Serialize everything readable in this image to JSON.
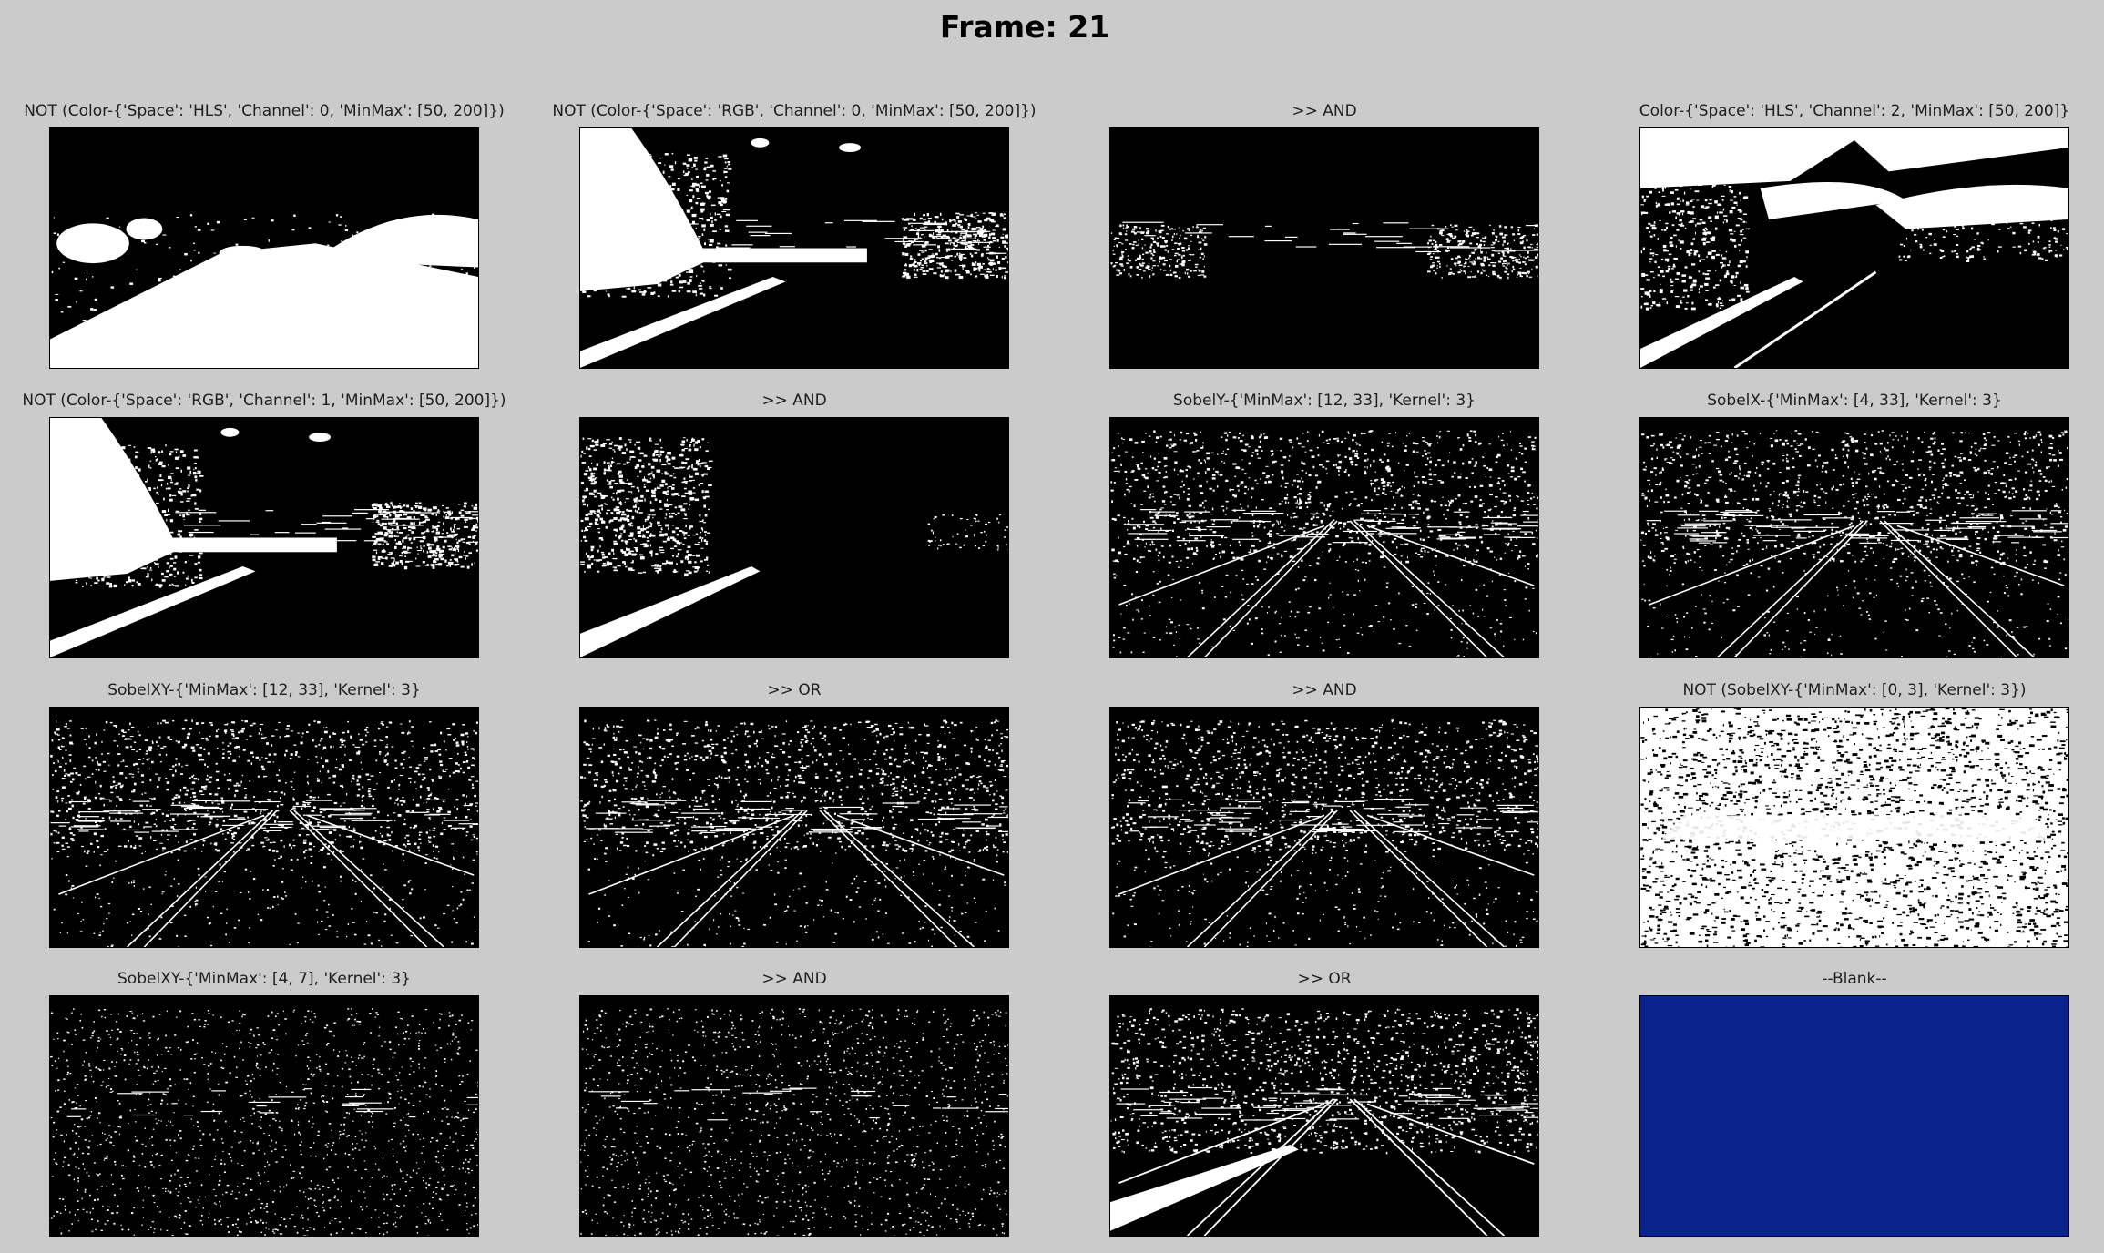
{
  "figure": {
    "title": "Frame: 21"
  },
  "colors": {
    "background": "#cbcbcb",
    "mask_on": "#ffffff",
    "mask_off": "#000000",
    "blank_fill": "#0a238c"
  },
  "panels": [
    {
      "title": "NOT (Color-{'Space': 'HLS', 'Channel': 0, 'MinMax': [50, 200]})",
      "kind": "color-mask"
    },
    {
      "title": "NOT (Color-{'Space': 'RGB', 'Channel': 0, 'MinMax': [50, 200]})",
      "kind": "color-mask"
    },
    {
      "title": ">> AND",
      "kind": "combined-mask"
    },
    {
      "title": "Color-{'Space': 'HLS', 'Channel': 2, 'MinMax': [50, 200]}",
      "kind": "color-mask"
    },
    {
      "title": "NOT (Color-{'Space': 'RGB', 'Channel': 1, 'MinMax': [50, 200]})",
      "kind": "color-mask"
    },
    {
      "title": ">> AND",
      "kind": "combined-mask"
    },
    {
      "title": "SobelY-{'MinMax': [12, 33], 'Kernel': 3}",
      "kind": "edge-mask"
    },
    {
      "title": "SobelX-{'MinMax': [4, 33], 'Kernel': 3}",
      "kind": "edge-mask"
    },
    {
      "title": "SobelXY-{'MinMax': [12, 33], 'Kernel': 3}",
      "kind": "edge-mask"
    },
    {
      "title": ">> OR",
      "kind": "combined-mask"
    },
    {
      "title": ">> AND",
      "kind": "combined-mask"
    },
    {
      "title": "NOT (SobelXY-{'MinMax': [0, 3], 'Kernel': 3})",
      "kind": "edge-mask"
    },
    {
      "title": "SobelXY-{'MinMax': [4, 7], 'Kernel': 3}",
      "kind": "edge-mask"
    },
    {
      "title": ">> AND",
      "kind": "combined-mask"
    },
    {
      "title": ">> OR",
      "kind": "combined-mask"
    },
    {
      "title": "--Blank--",
      "kind": "blank"
    }
  ]
}
